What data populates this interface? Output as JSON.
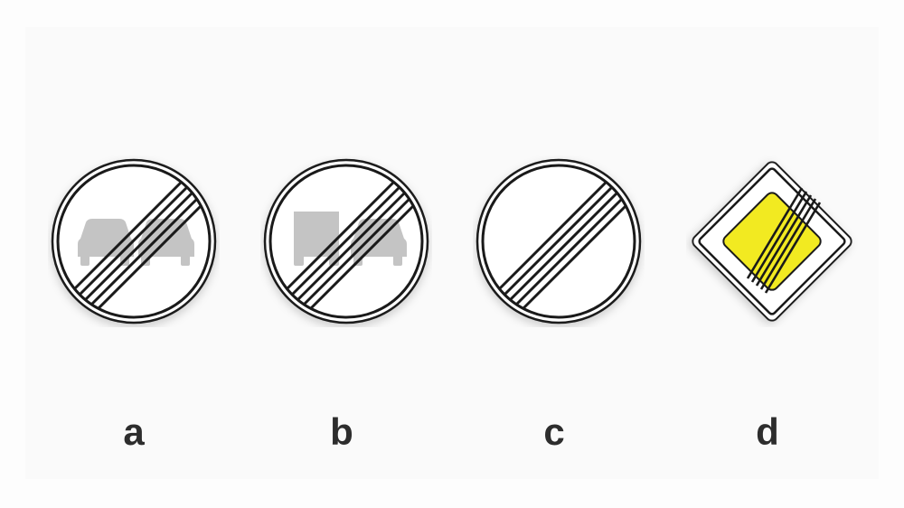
{
  "labels": {
    "a": "a",
    "b": "b",
    "c": "c",
    "d": "d"
  },
  "signs": [
    {
      "id": "a",
      "icon": "end-of-no-overtaking-sign"
    },
    {
      "id": "b",
      "icon": "end-of-no-overtaking-trucks-sign"
    },
    {
      "id": "c",
      "icon": "end-of-all-restrictions-sign"
    },
    {
      "id": "d",
      "icon": "end-of-priority-road-sign"
    }
  ],
  "colors": {
    "background": "#fdfdfd",
    "sign_border": "#1a1a1a",
    "sign_fill": "#ffffff",
    "vehicle_gray": "#c4c4c4",
    "priority_yellow": "#f2ea21",
    "label_text": "#2d2d2d"
  }
}
